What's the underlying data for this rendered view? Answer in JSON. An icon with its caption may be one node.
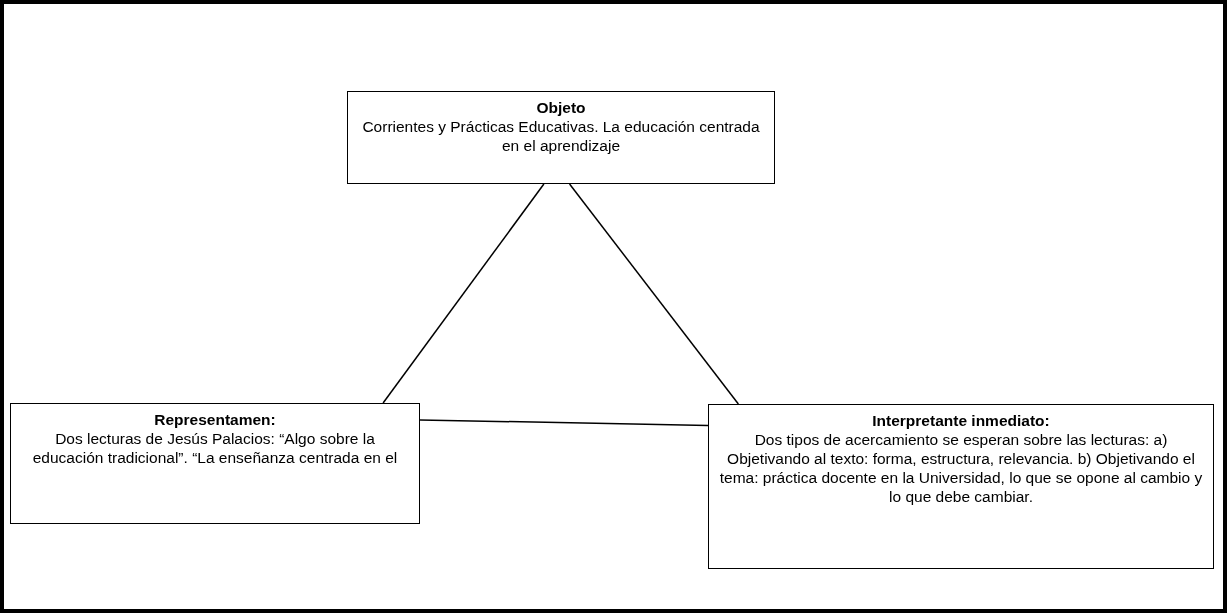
{
  "diagram": {
    "nodes": [
      {
        "text": [
          "Objeto",
          "Corrientes y Prácticas Educativas. La educación centrada en el aprendizaje"
        ]
      },
      {
        "text": [
          "Representamen:",
          "Dos lecturas de Jesús Palacios: “Algo sobre la educación tradicional”. “La enseñanza centrada en el"
        ]
      },
      {
        "text": [
          "Interpretante inmediato:",
          "Dos tipos de acercamiento se esperan sobre las lecturas: a) Objetivando al texto: forma, estructura, relevancia. b) Objetivando el tema: práctica docente en la Universidad, lo que se opone al cambio y lo que debe cambiar."
        ]
      }
    ],
    "edges": [
      {
        "from": 0,
        "to": 1,
        "arrow": "none"
      },
      {
        "from": 0,
        "to": 2,
        "arrow": "none"
      },
      {
        "from": 1,
        "to": 2,
        "arrow": "none"
      }
    ]
  }
}
